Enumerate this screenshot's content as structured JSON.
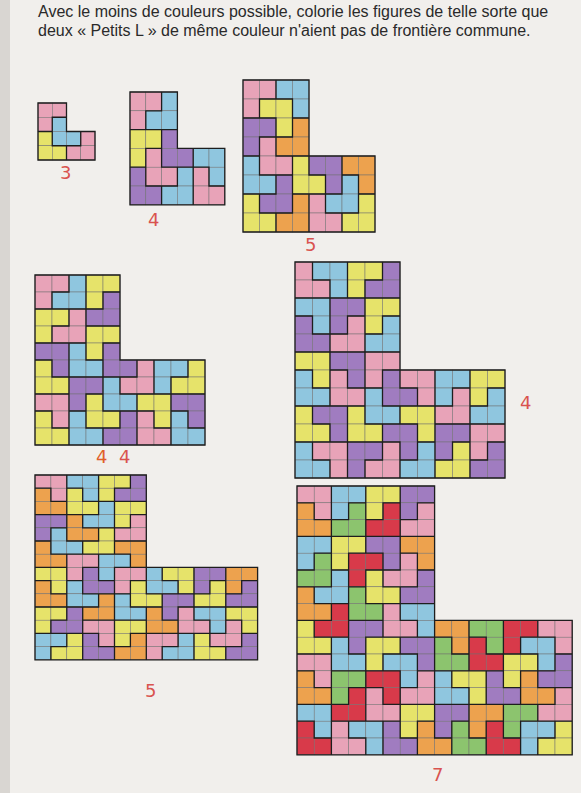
{
  "diagram": {
    "labels": [
      "Avec le moins de couleurs possible, colorie les figures de telle sorte que deux « Petits L » de même couleur n'aient pas de frontière commune.",
      "3",
      "4",
      "5",
      "4",
      "4",
      "4",
      "5",
      "7"
    ]
  }
}
